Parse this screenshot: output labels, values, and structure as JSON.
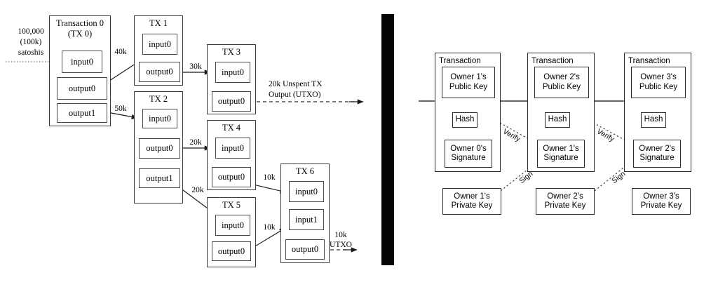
{
  "figure": {
    "left_diagram": {
      "source_label": "100,000\n(100k)\nsatoshis",
      "transactions": [
        {
          "id": "tx0",
          "title": "Transaction 0\n(TX 0)",
          "boxes": [
            "input0",
            "output0",
            "output1"
          ]
        },
        {
          "id": "tx1",
          "title": "TX 1",
          "boxes": [
            "input0",
            "output0"
          ]
        },
        {
          "id": "tx2",
          "title": "TX 2",
          "boxes": [
            "input0",
            "output0",
            "output1"
          ]
        },
        {
          "id": "tx3",
          "title": "TX 3",
          "boxes": [
            "input0",
            "output0"
          ]
        },
        {
          "id": "tx4",
          "title": "TX 4",
          "boxes": [
            "input0",
            "output0"
          ]
        },
        {
          "id": "tx5",
          "title": "TX 5",
          "boxes": [
            "input0",
            "output0"
          ]
        },
        {
          "id": "tx6",
          "title": "TX 6",
          "boxes": [
            "input0",
            "input1",
            "output0"
          ]
        }
      ],
      "flow_labels": {
        "tx0_to_tx1": "40k",
        "tx0_to_tx2": "50k",
        "tx1_to_tx3": "30k",
        "tx2_to_tx4": "20k",
        "tx2_to_tx5": "20k",
        "tx4_to_tx6": "10k",
        "tx5_to_tx6": "10k"
      },
      "utxo_labels": {
        "tx3_utxo": "20k Unspent TX\nOutput (UTXO)",
        "tx6_utxo": "10k\nUTXO"
      }
    },
    "right_diagram": {
      "transaction_title": "Transaction",
      "hash_label": "Hash",
      "verify_label": "Verify",
      "sign_label": "Sign",
      "transactions": [
        {
          "public_key": "Owner 1's\nPublic Key",
          "signature": "Owner 0's\nSignature",
          "private_key": "Owner 1's\nPrivate Key"
        },
        {
          "public_key": "Owner 2's\nPublic Key",
          "signature": "Owner 1's\nSignature",
          "private_key": "Owner 2's\nPrivate Key"
        },
        {
          "public_key": "Owner 3's\nPublic Key",
          "signature": "Owner 2's\nSignature",
          "private_key": "Owner 3's\nPrivate Key"
        }
      ]
    },
    "colors": {
      "line": "#3b3b3b",
      "sig_line": "#2b2b2b",
      "divider": "#050505",
      "background": "#ffffff"
    }
  }
}
